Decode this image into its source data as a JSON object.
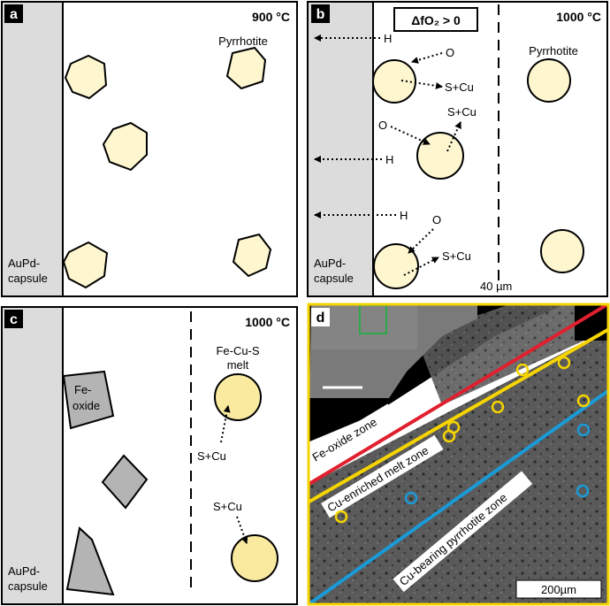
{
  "panels": {
    "a": {
      "letter": "a",
      "temperature": "900 °C",
      "mineral_label": "Pyrrhotite",
      "capsule_label_1": "AuPd-",
      "capsule_label_2": "capsule"
    },
    "b": {
      "letter": "b",
      "condition": "ΔfO₂ > 0",
      "temperature": "1000 °C",
      "mineral_label": "Pyrrhotite",
      "capsule_label_1": "AuPd-",
      "capsule_label_2": "capsule",
      "arrow_labels": {
        "h1": "H",
        "o1": "O",
        "scu1": "S+Cu",
        "o2": "O",
        "scu2": "S+Cu",
        "h2": "H",
        "h3": "H",
        "o3": "O",
        "scu3": "S+Cu"
      },
      "scale_text": "40 µm"
    },
    "c": {
      "letter": "c",
      "temperature": "1000 °C",
      "oxide_label_1": "Fe-",
      "oxide_label_2": "oxide",
      "melt_label_1": "Fe-Cu-S",
      "melt_label_2": "melt",
      "scu1": "S+Cu",
      "scu2": "S+Cu",
      "capsule_label_1": "AuPd-",
      "capsule_label_2": "capsule"
    },
    "d": {
      "letter": "d",
      "zones": {
        "fe_oxide": "Fe-oxide zone",
        "cu_enriched": "Cu-enriched melt zone",
        "cu_pyrrhotite": "Cu-bearing pyrrhotite zone"
      },
      "scale_bar": "200µm",
      "colors": {
        "red": "#e0202e",
        "yellow": "#f5d400",
        "blue": "#1a9ad6",
        "green": "#2fa84a"
      }
    }
  }
}
